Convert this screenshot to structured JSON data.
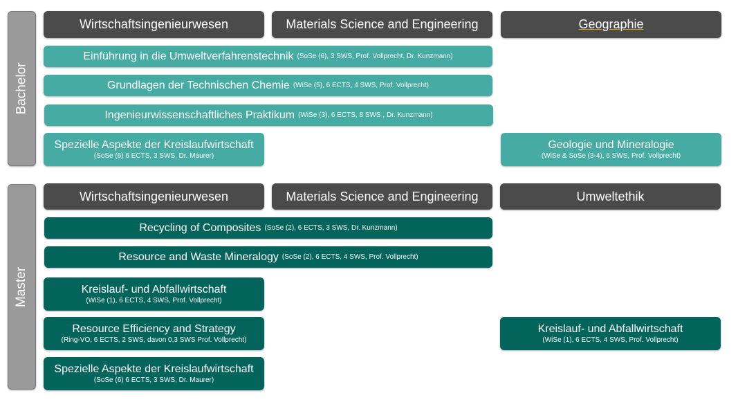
{
  "bachelor": {
    "label": "Bachelor",
    "headers": [
      "Wirtschaftsingenieurwesen",
      "Materials Science and Engineering",
      "Geographie"
    ],
    "courses": [
      {
        "title": "Einführung in die Umweltverfahrenstechnik",
        "details": "(SoSe (6), 3 SWS, Prof. Vollprecht, Dr. Kunzmann)"
      },
      {
        "title": "Grundlagen der Technischen Chemie",
        "details": "(WiSe (5), 6 ECTS, 4 SWS, Prof. Vollprecht)"
      },
      {
        "title": "Ingenieurwissenschaftliches Praktikum",
        "details": "(WiSe (3), 6 ECTS, 8 SWS , Dr. Kunzmann)"
      },
      {
        "title": "Spezielle Aspekte der Kreislaufwirtschaft",
        "details": "(SoSe (6) 6 ECTS, 3 SWS, Dr. Maurer)"
      },
      {
        "title": "Geologie und Mineralogie",
        "details": "(WiSe & SoSe (3-4), 6 SWS, Prof. Vollprecht)"
      }
    ]
  },
  "master": {
    "label": "Master",
    "headers": [
      "Wirtschaftsingenieurwesen",
      "Materials Science and Engineering",
      "Umweltethik"
    ],
    "courses": [
      {
        "title": "Recycling of Composites",
        "details": "(SoSe (2), 6 ECTS, 3 SWS, Dr. Kunzmann)"
      },
      {
        "title": "Resource and Waste Mineralogy",
        "details": "(SoSe (2), 6 ECTS, 4 SWS, Prof. Vollprecht)"
      },
      {
        "title": "Kreislauf- und Abfallwirtschaft",
        "details": "(WiSe (1), 6 ECTS, 4 SWS, Prof. Vollprecht)"
      },
      {
        "title": "Resource Efficiency and Strategy",
        "details": "(Ring-VO, 6 ECTS, 2 SWS, davon 0,3 SWS Prof. Vollprecht)"
      },
      {
        "title": "Spezielle Aspekte der Kreislaufwirtschaft",
        "details": "(SoSe (6) 6 ECTS, 3 SWS, Dr. Maurer)"
      },
      {
        "title": "Kreislauf- und Abfallwirtschaft",
        "details": "(WiSe (1), 6 ECTS, 4 SWS, Prof. Vollprecht)"
      }
    ]
  },
  "colors": {
    "light_teal": "#45aba3",
    "dark_teal": "#03645c",
    "header": "#4b4b4b",
    "side": "#9a9a9a"
  }
}
